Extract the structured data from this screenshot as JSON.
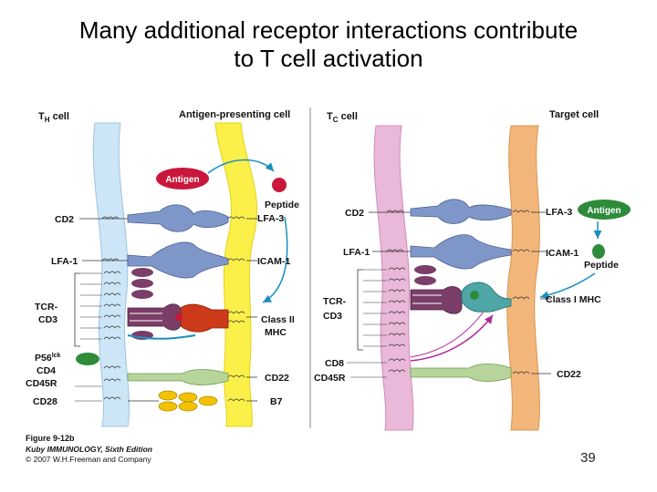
{
  "slide": {
    "title_line1": "Many additional receptor interactions contribute",
    "title_line2": "to T cell activation",
    "page_number": "39"
  },
  "left_panel": {
    "th_cell_label": "T",
    "th_cell_sub": "H",
    "th_cell_suffix": " cell",
    "apc_label": "Antigen-presenting cell",
    "antigen": "Antigen",
    "peptide": "Peptide",
    "left_labels": [
      "CD2",
      "LFA-1",
      "TCR-",
      "CD3",
      "P56",
      "CD4",
      "CD45R",
      "CD28"
    ],
    "p56_sup": "lck",
    "right_labels": [
      "LFA-3",
      "ICAM-1",
      "Class II",
      "MHC",
      "CD22",
      "B7"
    ]
  },
  "right_panel": {
    "tc_cell_label": "T",
    "tc_cell_sub": "C",
    "tc_cell_suffix": " cell",
    "target_label": "Target cell",
    "antigen": "Antigen",
    "peptide": "Peptide",
    "left_labels": [
      "CD2",
      "LFA-1",
      "TCR-",
      "CD3",
      "CD8",
      "CD45R"
    ],
    "right_labels": [
      "LFA-3",
      "ICAM-1",
      "Class I MHC",
      "CD22"
    ]
  },
  "caption": {
    "figure": "Figure 9-12b",
    "book": "Kuby IMMUNOLOGY, Sixth Edition",
    "copyright": "© 2007 W.H.Freeman and Company"
  },
  "colors": {
    "th_membrane": "#cde6f7",
    "apc_membrane": "#fbf04a",
    "tc_membrane": "#eab8d8",
    "target_membrane": "#f3b67a",
    "antigen": "#c8173a",
    "peptide_green": "#2e8b3a",
    "receptor_blue": "#7f97c8",
    "tcr_purple": "#7a3e68",
    "mhc_red": "#cc3a1a",
    "cd22_green": "#b7d59a",
    "b7_yellow": "#f2c200"
  }
}
